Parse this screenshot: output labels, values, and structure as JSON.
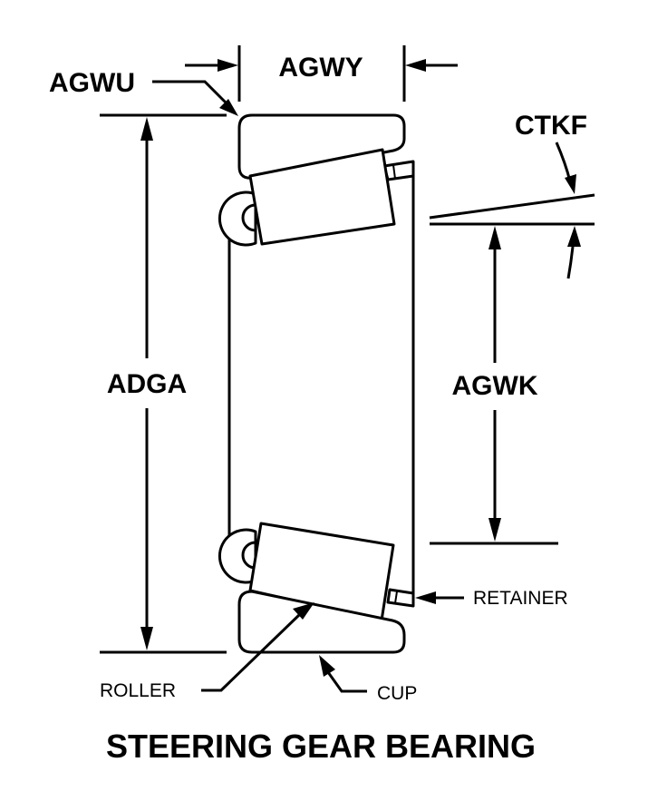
{
  "diagram": {
    "title": "STEERING GEAR BEARING",
    "dimension_labels": {
      "agwu": "AGWU",
      "agwy": "AGWY",
      "ctkf": "CTKF",
      "adga": "ADGA",
      "agwk": "AGWK"
    },
    "part_labels": {
      "retainer": "RETAINER",
      "roller": "ROLLER",
      "cup": "CUP"
    },
    "colors": {
      "line": "#000000",
      "background": "#ffffff"
    }
  }
}
